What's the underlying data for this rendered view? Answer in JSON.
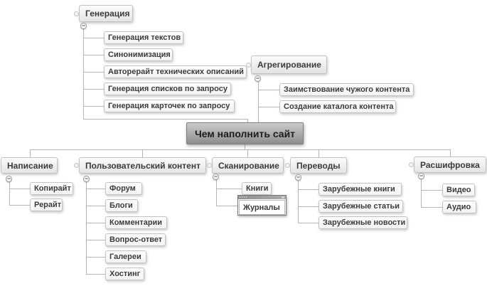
{
  "central": {
    "label": "Чем наполнить сайт"
  },
  "top_branches": {
    "generation": {
      "label": "Генерация",
      "children": [
        "Генерация текстов",
        "Синонимизация",
        "Авторерайт технических описаний",
        "Генерация списков по запросу",
        "Генерация карточек по запросу"
      ]
    },
    "aggregation": {
      "label": "Агрегирование",
      "children": [
        "Заимствование чужого контента",
        "Создание каталога контента"
      ]
    }
  },
  "bottom_branches": {
    "writing": {
      "label": "Написание",
      "children": [
        "Копирайт",
        "Рерайт"
      ]
    },
    "user_content": {
      "label": "Пользовательский контент",
      "children": [
        "Форум",
        "Блоги",
        "Комментарии",
        "Вопрос-ответ",
        "Галереи",
        "Хостинг"
      ]
    },
    "scanning": {
      "label": "Сканирование",
      "children": [
        "Книги",
        "Журналы"
      ],
      "selected_child": "Журналы"
    },
    "translations": {
      "label": "Переводы",
      "children": [
        "Зарубежные книги",
        "Зарубежные статьи",
        "Зарубежные новости"
      ]
    },
    "transcription": {
      "label": "Расшифровка",
      "children": [
        "Видео",
        "Аудио"
      ]
    }
  },
  "icons": {
    "collapse_minus": "−"
  },
  "colors": {
    "line": "#b5b5b5",
    "node_border": "#c2c2c2",
    "central_fill_top": "#cbcbcb",
    "central_fill_bottom": "#8d8d8d",
    "selected_border": "#7a7a7a",
    "text": "#3b3b3b"
  }
}
